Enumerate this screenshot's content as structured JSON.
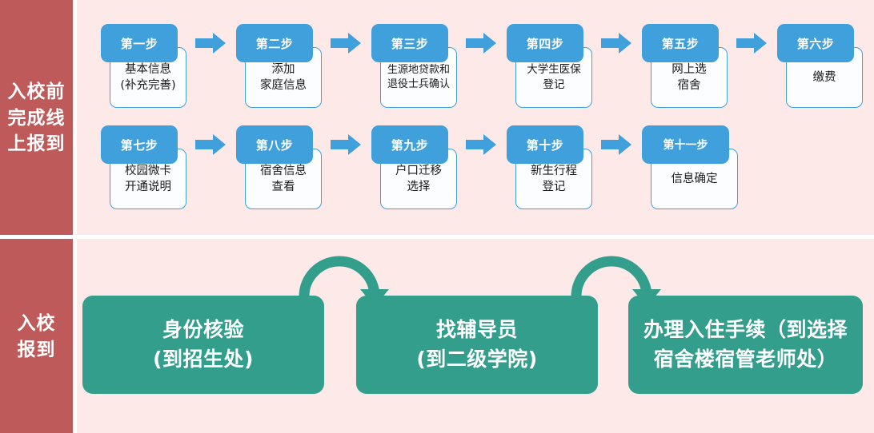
{
  "colors": {
    "sidebar_red": "#be5a59",
    "panel_pink": "#fdeae8",
    "step_blue": "#3fa0dc",
    "step_body_white": "#fbfdff",
    "green": "#339e8c",
    "white": "#ffffff"
  },
  "sidebar": {
    "sections": [
      {
        "label": "入校前\n完成线\n上报到"
      },
      {
        "label": "入校\n报到"
      }
    ]
  },
  "pre_arrival": {
    "rows": [
      {
        "steps": [
          {
            "head": "第一步",
            "body": "基本信息\n(补充完善)"
          },
          {
            "head": "第二步",
            "body": "添加\n家庭信息"
          },
          {
            "head": "第三步",
            "body": "生源地贷款和\n退役士兵确认"
          },
          {
            "head": "第四步",
            "body": "大学生医保\n登记"
          },
          {
            "head": "第五步",
            "body": "网上选\n宿舍"
          },
          {
            "head": "第六步",
            "body": "缴费"
          }
        ]
      },
      {
        "steps": [
          {
            "head": "第七步",
            "body": "校园微卡\n开通说明"
          },
          {
            "head": "第八步",
            "body": "宿舍信息\n查看"
          },
          {
            "head": "第九步",
            "body": "户口迁移\n选择"
          },
          {
            "head": "第十步",
            "body": "新生行程\n登记"
          },
          {
            "head": "第十一步",
            "body": "信息确定"
          }
        ]
      }
    ]
  },
  "arrival": {
    "boxes": [
      {
        "label": "身份核验\n(到招生处)"
      },
      {
        "label": "找辅导员\n(到二级学院)"
      },
      {
        "label": "办理入住手续（到选择\n宿舍楼宿管老师处）"
      }
    ]
  },
  "icons": {
    "straight_arrow": "arrow-right-icon",
    "curved_arrow": "arrow-arc-down-icon"
  }
}
